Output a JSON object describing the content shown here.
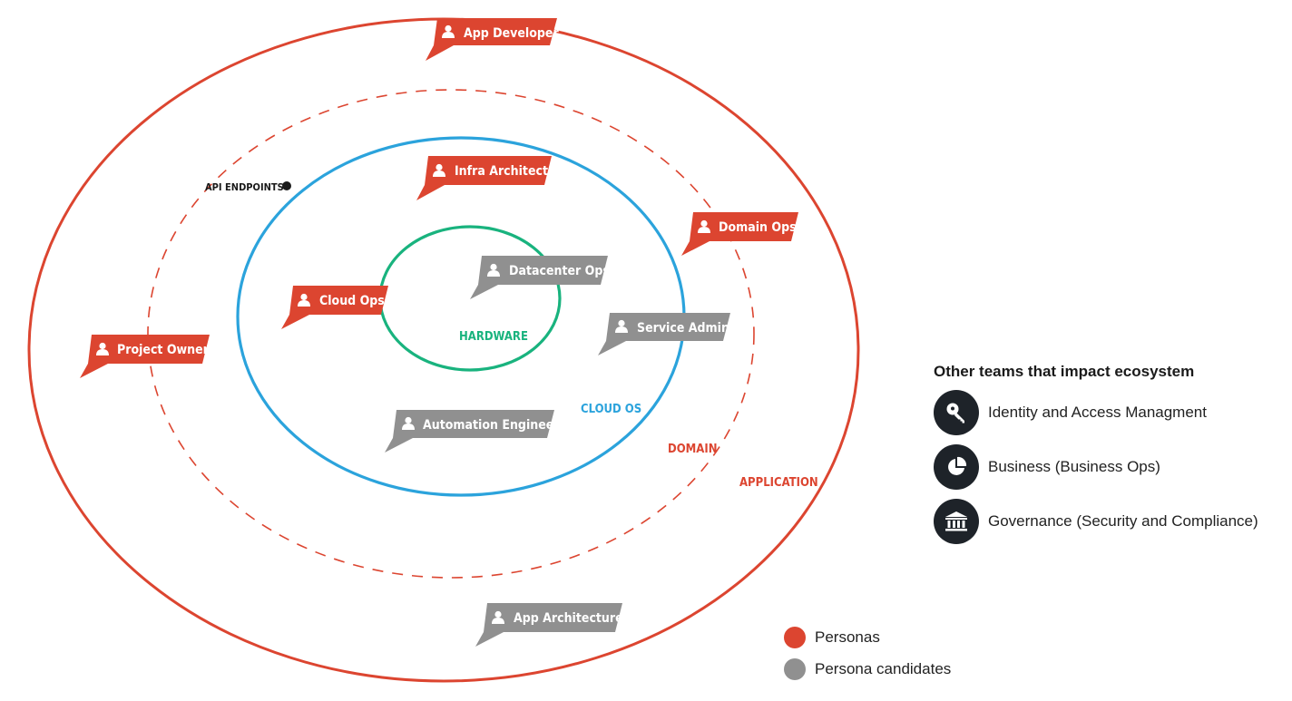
{
  "colors": {
    "persona": "#dc4530",
    "candidate": "#909090",
    "cloud": "#2ba3dc",
    "hardware": "#19b37e",
    "dark_icon_bg": "#1e2329"
  },
  "rings": {
    "application": "APPLICATION",
    "domain": "DOMAIN",
    "cloud_os": "CLOUD OS",
    "hardware": "HARDWARE"
  },
  "api_endpoints": "API ENDPOINTS",
  "personas": [
    {
      "label": "App Developer",
      "kind": "persona"
    },
    {
      "label": "Infra Architect",
      "kind": "persona"
    },
    {
      "label": "Domain Ops",
      "kind": "persona"
    },
    {
      "label": "Datacenter Ops",
      "kind": "candidate"
    },
    {
      "label": "Cloud Ops",
      "kind": "persona"
    },
    {
      "label": "Service Admin",
      "kind": "candidate"
    },
    {
      "label": "Project Owner",
      "kind": "persona"
    },
    {
      "label": "Automation Engineer",
      "kind": "candidate"
    },
    {
      "label": "App Architecture",
      "kind": "candidate"
    }
  ],
  "other_teams": {
    "title": "Other teams that impact ecosystem",
    "items": [
      {
        "label": "Identity and Access Managment",
        "icon": "key-icon"
      },
      {
        "label": "Business (Business Ops)",
        "icon": "pie-chart-icon"
      },
      {
        "label": "Governance (Security and Compliance)",
        "icon": "bank-icon"
      }
    ]
  },
  "legend": {
    "personas": "Personas",
    "candidates": "Persona candidates"
  }
}
